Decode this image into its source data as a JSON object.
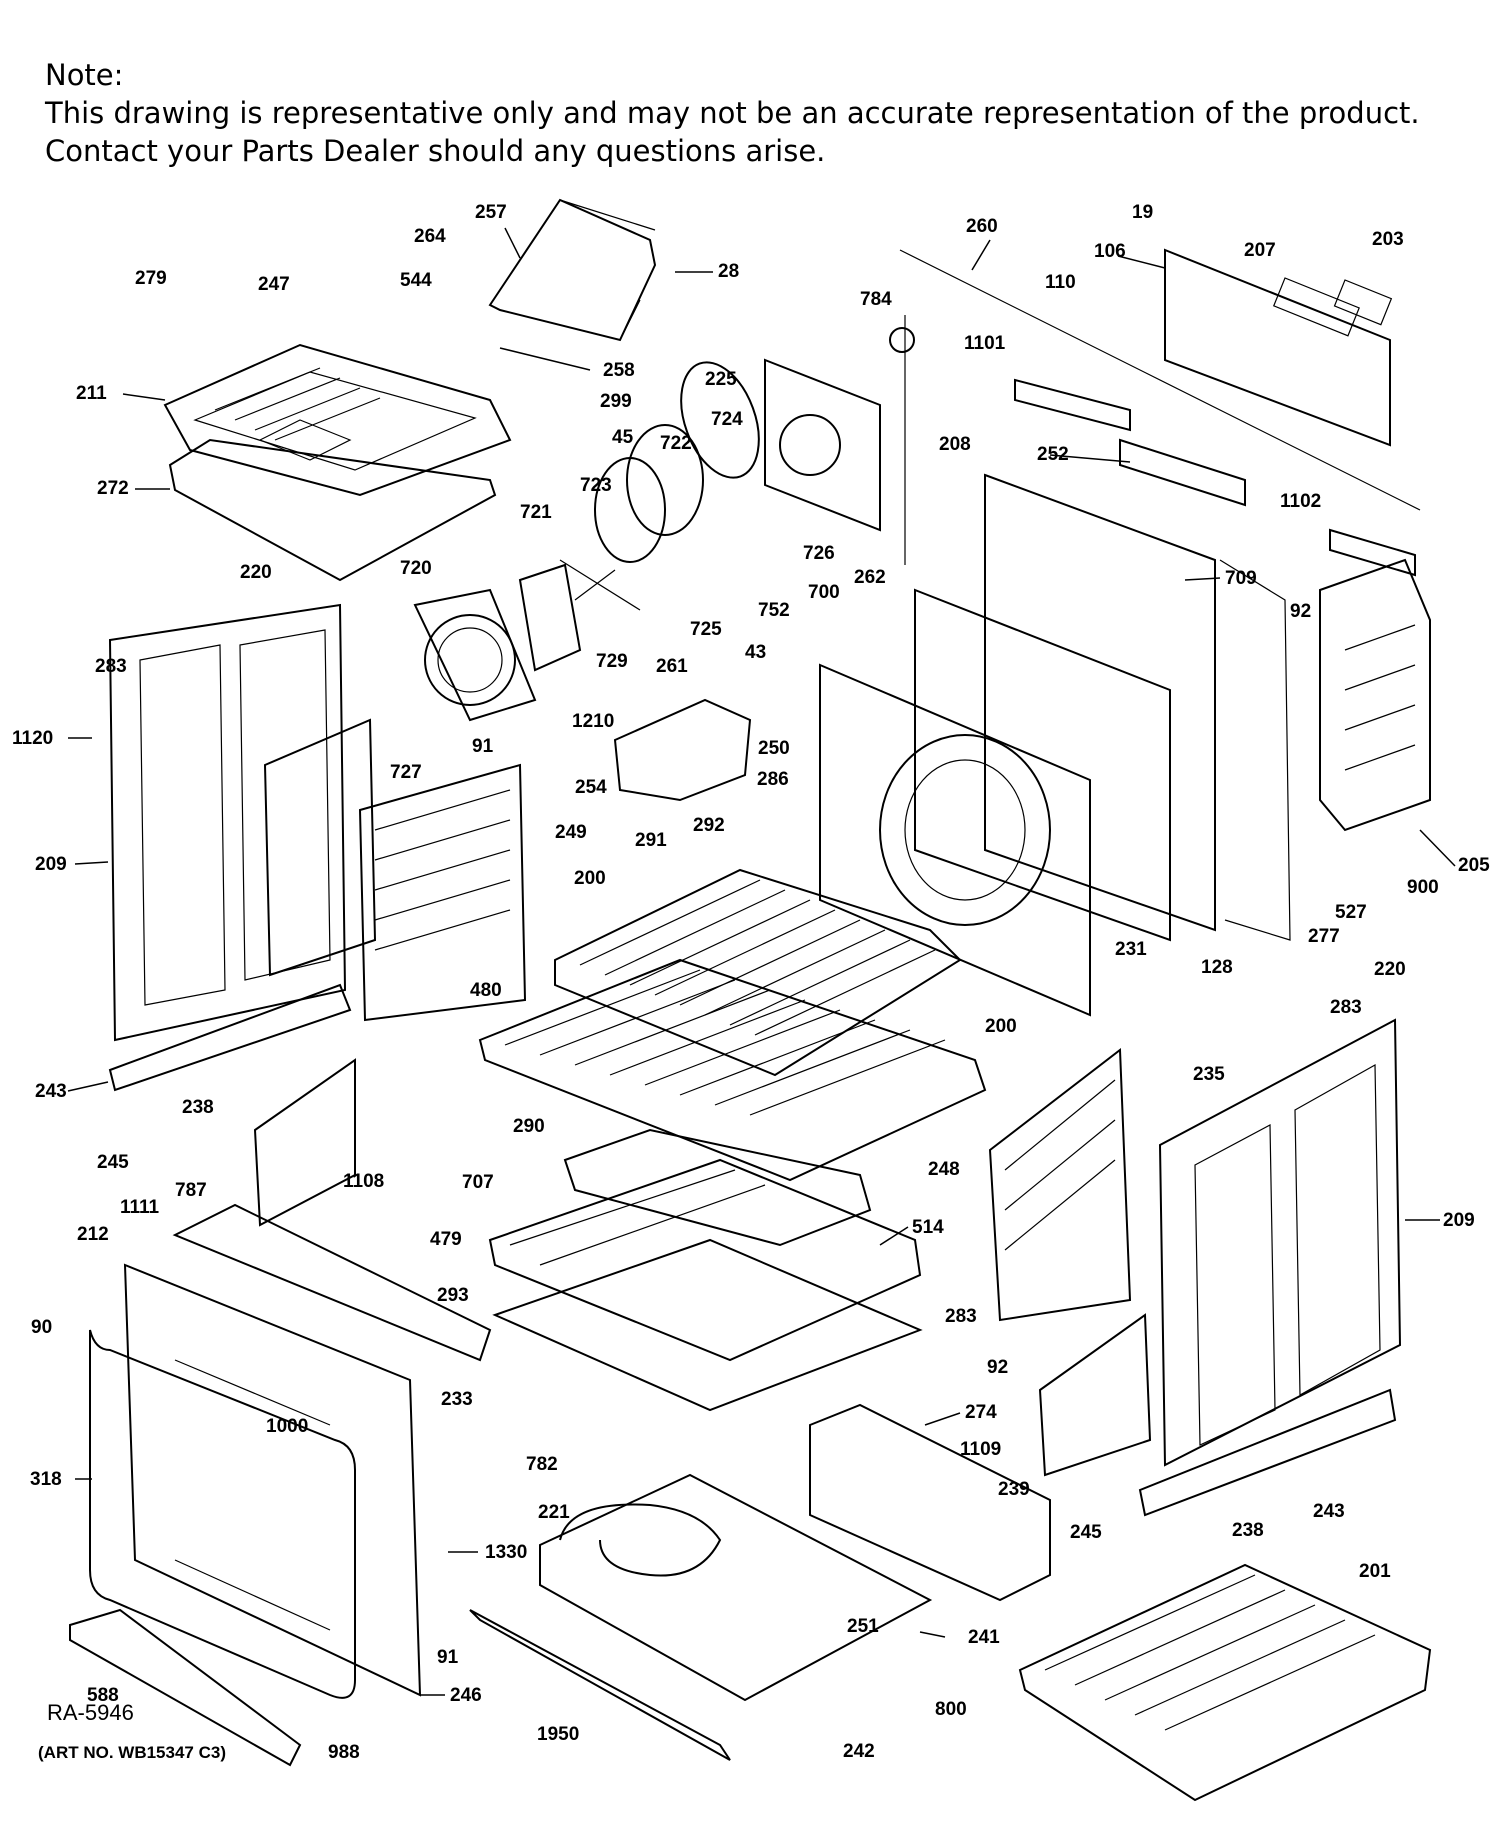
{
  "note": {
    "heading": "Note:",
    "line1": "This drawing is representative only and may not be an accurate representation of the product.",
    "line2": "Contact your Parts Dealer should any questions arise."
  },
  "footer": {
    "ref": "RA-5946",
    "art_no": "(ART NO. WB15347 C3)"
  },
  "labels": [
    "257",
    "264",
    "544",
    "28",
    "279",
    "247",
    "258",
    "211",
    "299",
    "45",
    "272",
    "260",
    "19",
    "106",
    "207",
    "203",
    "110",
    "784",
    "1101",
    "225",
    "724",
    "722",
    "208",
    "252",
    "1102",
    "723",
    "721",
    "726",
    "220",
    "720",
    "709",
    "262",
    "700",
    "752",
    "92",
    "729",
    "725",
    "261",
    "43",
    "283",
    "1120",
    "91",
    "727",
    "1210",
    "250",
    "254",
    "286",
    "249",
    "209",
    "291",
    "292",
    "205",
    "527",
    "900",
    "200",
    "277",
    "220",
    "128",
    "231",
    "283",
    "480",
    "235",
    "243",
    "238",
    "200",
    "245",
    "290",
    "248",
    "1108",
    "707",
    "209",
    "1111",
    "787",
    "514",
    "479",
    "212",
    "283",
    "92",
    "293",
    "90",
    "274",
    "1000",
    "233",
    "1109",
    "239",
    "318",
    "782",
    "221",
    "245",
    "238",
    "243",
    "201",
    "1330",
    "251",
    "241",
    "91",
    "588",
    "246",
    "1950",
    "800",
    "242",
    "988"
  ]
}
